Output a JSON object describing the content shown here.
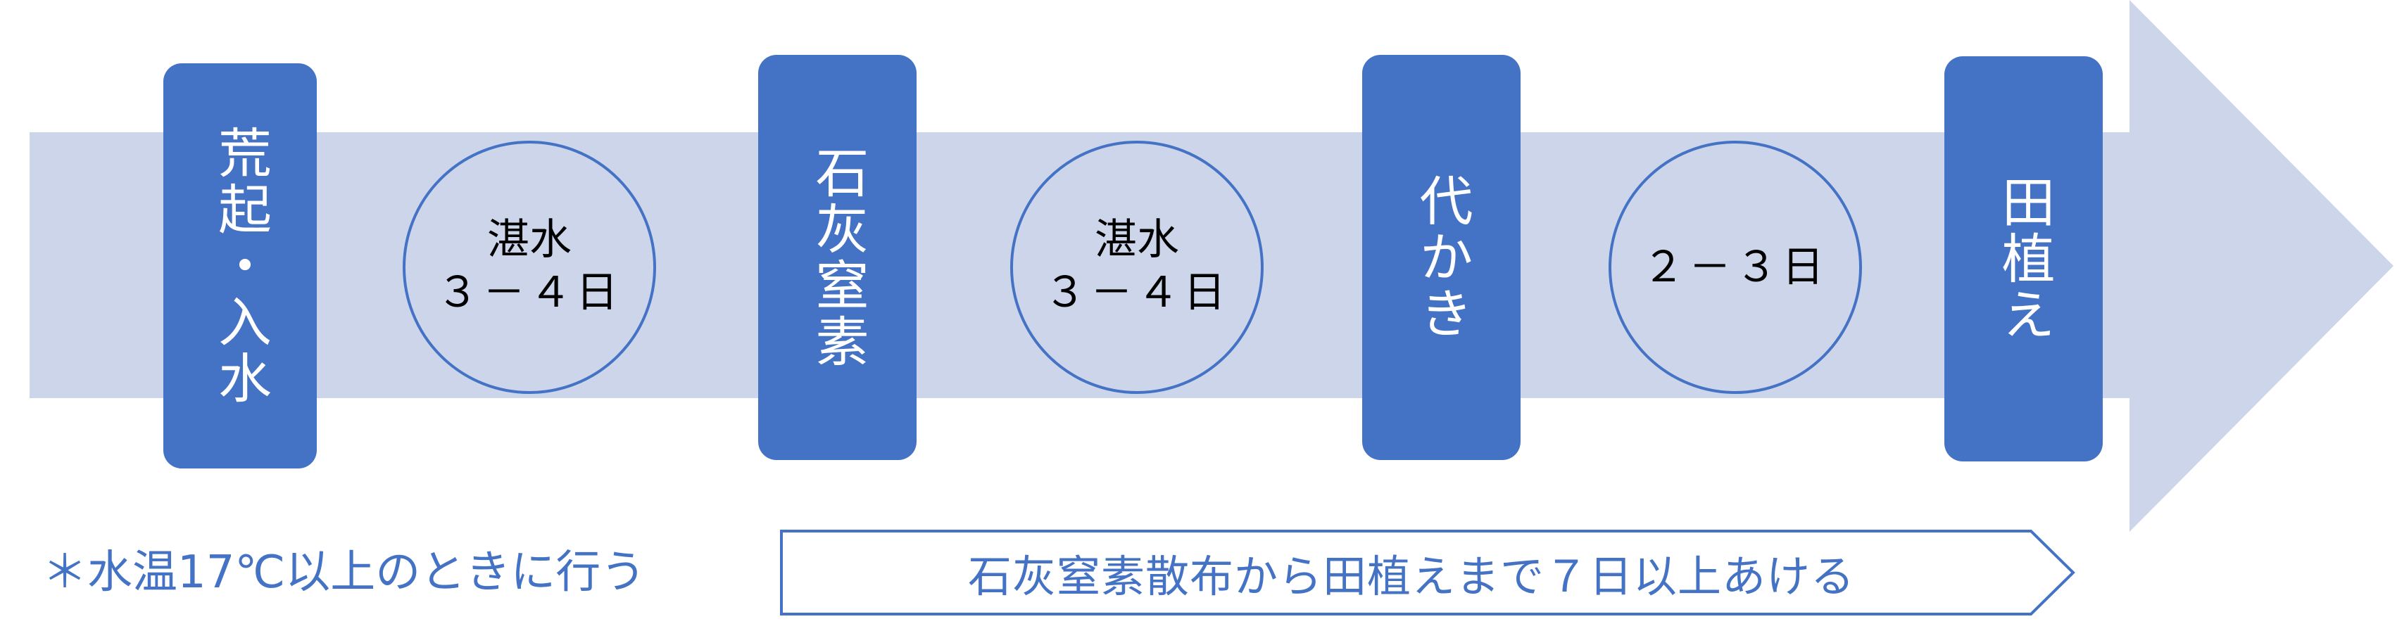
{
  "colors": {
    "arrow": "#cdd5ea",
    "accent": "#4472c4",
    "text_on_accent": "#ffffff"
  },
  "steps": [
    {
      "label": "荒起・入水"
    },
    {
      "label": "石灰窒素"
    },
    {
      "label": "代かき"
    },
    {
      "label": "田植え"
    }
  ],
  "intervals": [
    {
      "line1": "湛水",
      "line2": "３－４日"
    },
    {
      "line1": "湛水",
      "line2": "３－４日"
    },
    {
      "line1": "",
      "line2": "２－３日"
    }
  ],
  "note": "＊水温17℃以上のときに行う",
  "callout": "石灰窒素散布から田植えまで７日以上あける"
}
